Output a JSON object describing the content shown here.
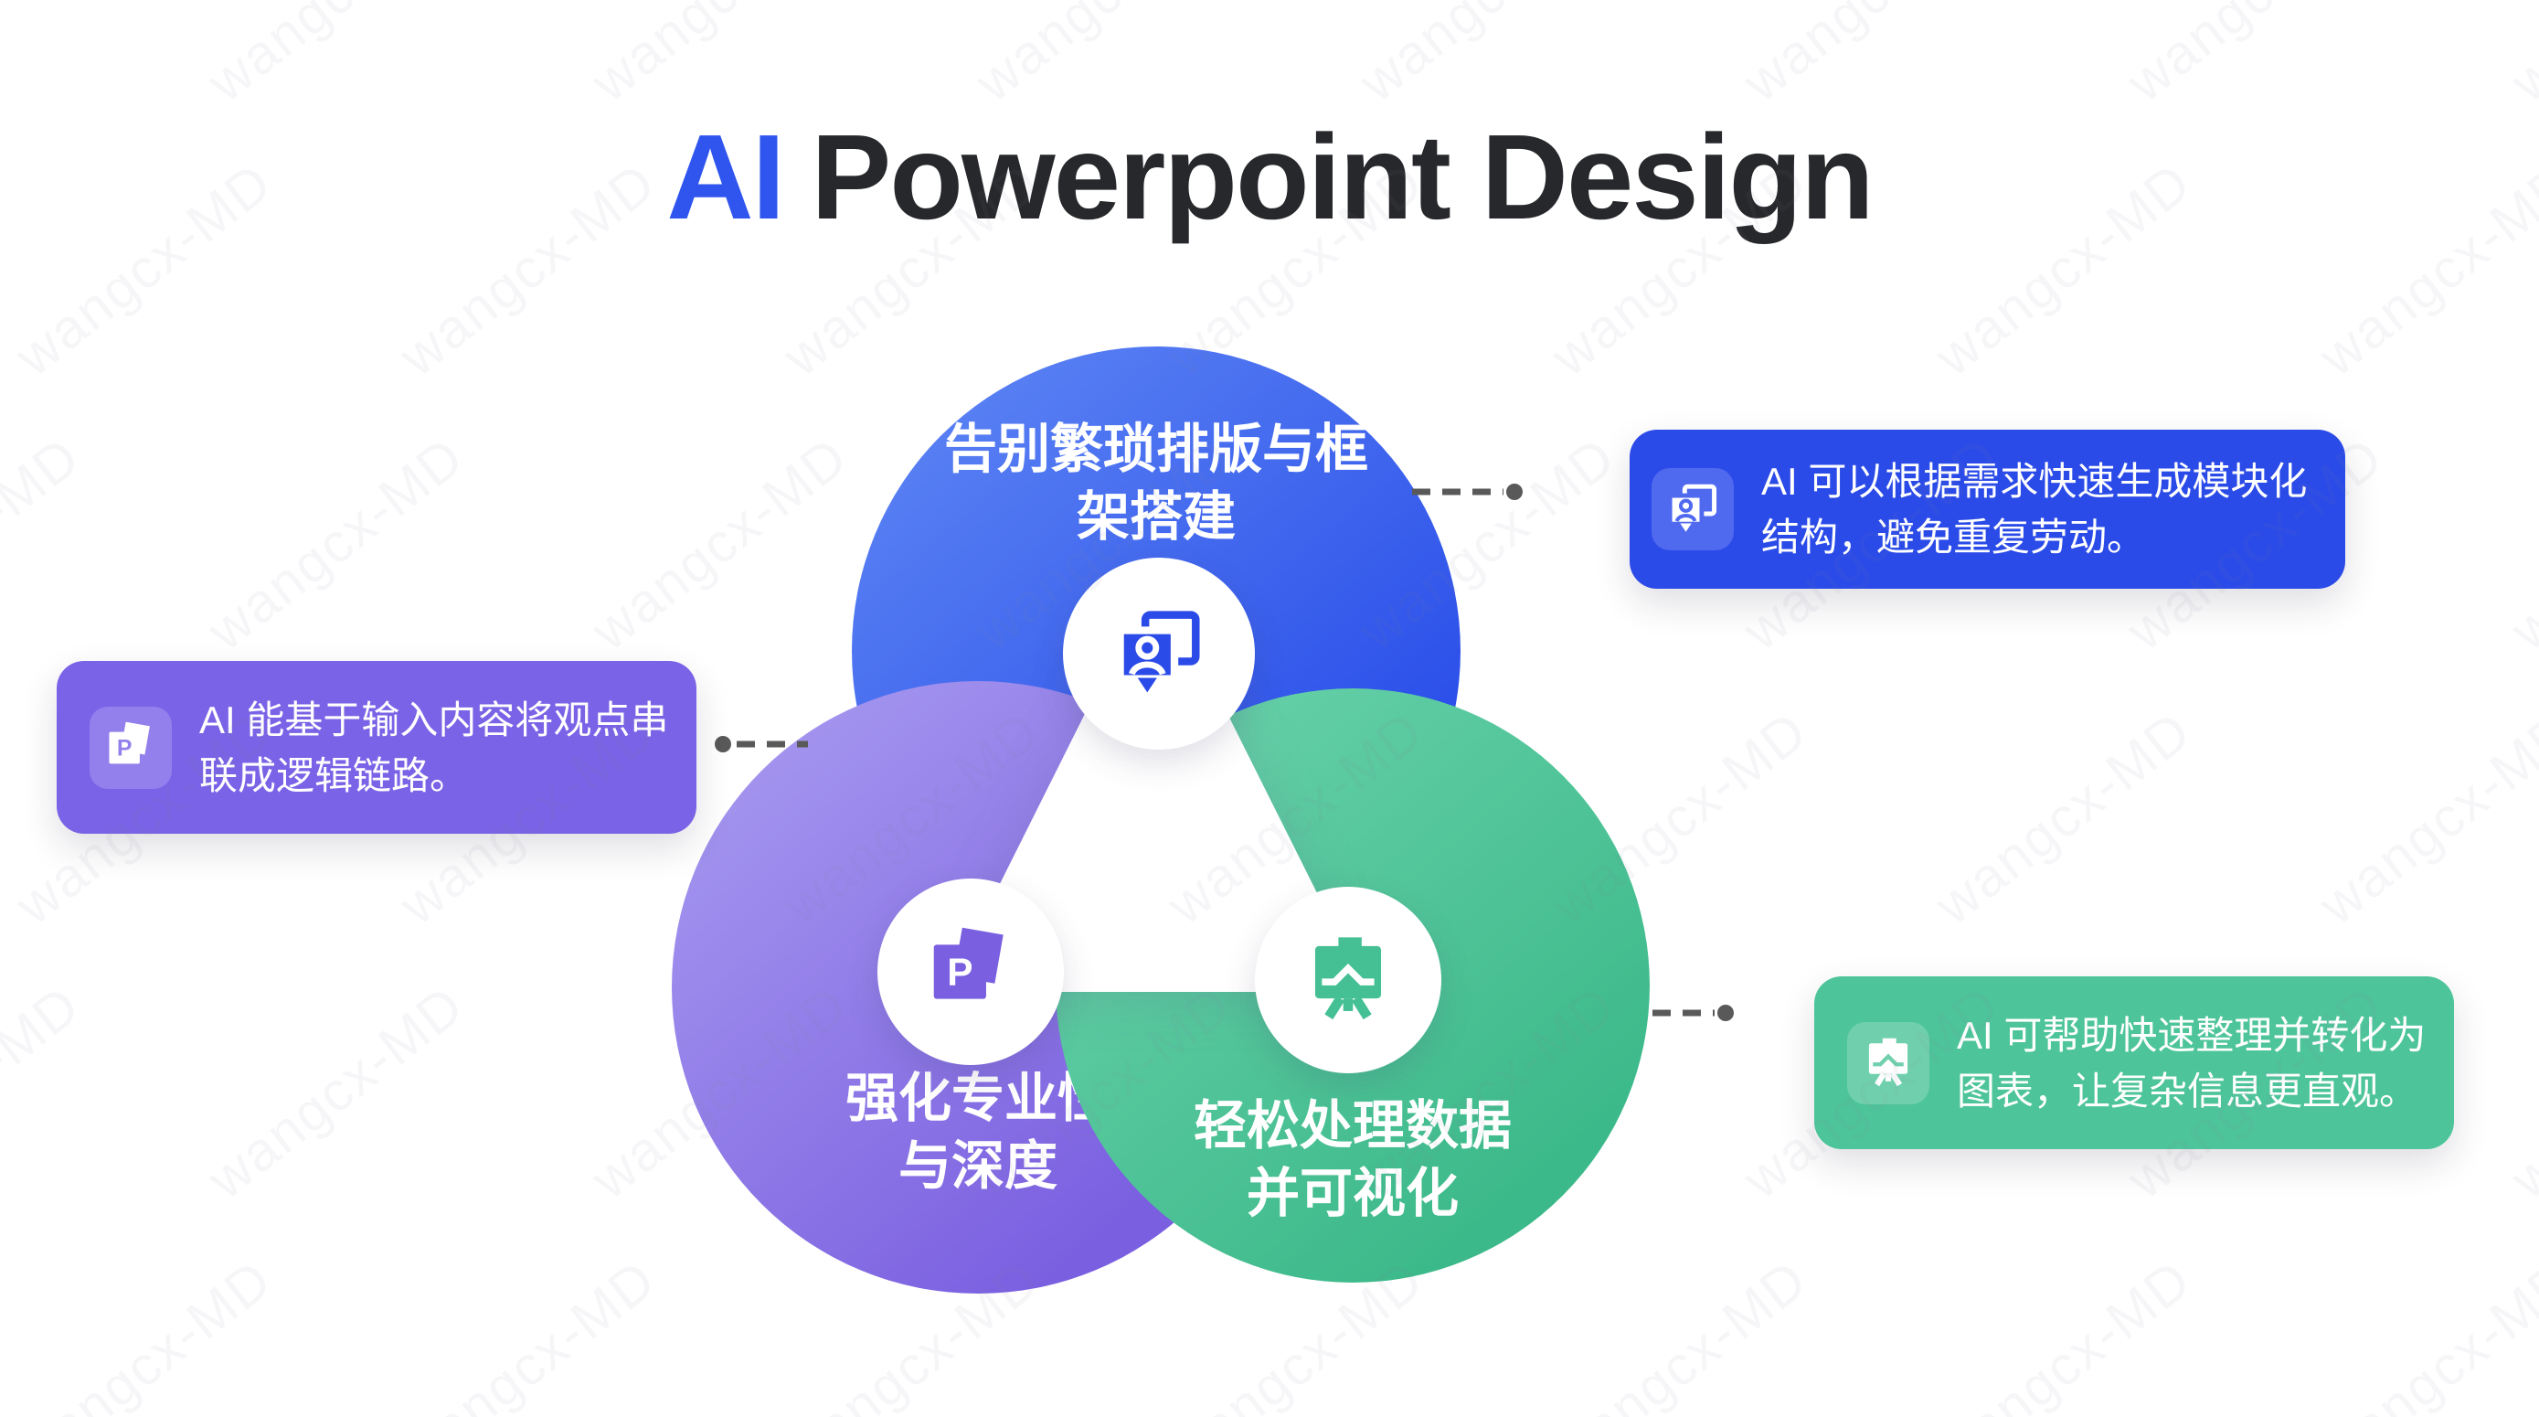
{
  "title": {
    "highlight": "AI",
    "rest": "Powerpoint Design"
  },
  "watermark": {
    "text": "wangcx-MD"
  },
  "colors": {
    "title_accent": "#2f55ee",
    "title_text": "#26282b",
    "blue": "#2b4be8",
    "purple": "#7a63e6",
    "green": "#4dc49a",
    "connector": "#595959"
  },
  "circles": [
    {
      "id": "framework",
      "color": "blue",
      "lines": [
        "告别繁琐排版与框",
        "架搭建"
      ]
    },
    {
      "id": "depth",
      "color": "purple",
      "lines": [
        "强化专业性",
        "与深度"
      ]
    },
    {
      "id": "data",
      "color": "green",
      "lines": [
        "轻松处理数据",
        "并可视化"
      ]
    }
  ],
  "callouts": [
    {
      "id": "framework",
      "color": "blue",
      "lines": [
        "AI 可以根据需求快速生成模块化",
        "结构，避免重复劳动。"
      ]
    },
    {
      "id": "logic",
      "color": "purple",
      "lines": [
        "AI 能基于输入内容将观点串",
        "联成逻辑链路。"
      ]
    },
    {
      "id": "data",
      "color": "green",
      "lines": [
        "AI 可帮助快速整理并转化为",
        "图表，让复杂信息更直观。"
      ]
    }
  ],
  "icons": [
    {
      "name": "id-cards-icon"
    },
    {
      "name": "powerpoint-file-icon"
    },
    {
      "name": "easel-chart-icon"
    }
  ]
}
